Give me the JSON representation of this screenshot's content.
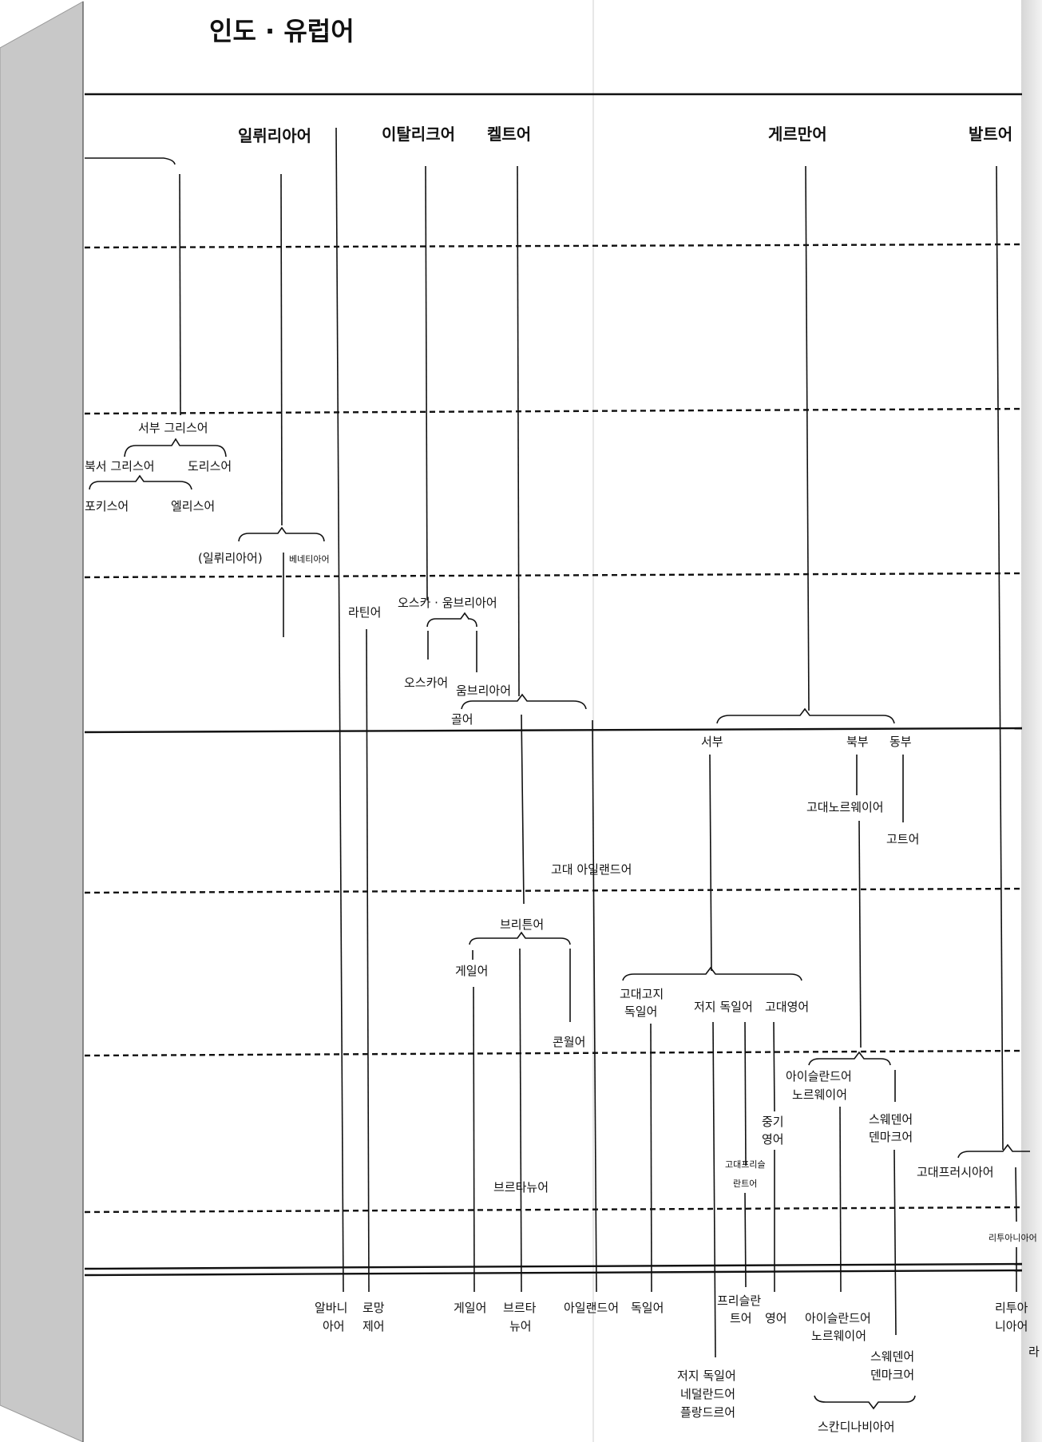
{
  "title": "인도 · 유럽어",
  "headers": {
    "illyrian": "일뤼리아어",
    "italic": "이탈리크어",
    "celtic": "켈트어",
    "germanic": "게르만어",
    "baltic": "발트어"
  },
  "greek": {
    "west_greek": "서부 그리스어",
    "northwest_greek": "북서 그리스어",
    "doric": "도리스어",
    "phocian": "포키스어",
    "elean": "엘리스어"
  },
  "illyrian_branch": {
    "illyrian_paren": "(일뤼리아어)",
    "venetic": "베네티아어"
  },
  "italic_branch": {
    "latin": "라틴어",
    "osco_umbrian": "오스카 · 움브리아어",
    "oscan": "오스카어",
    "umbrian": "움브리아어"
  },
  "celtic_branch": {
    "gaulish": "골어",
    "old_irish": "고대 아일랜드어",
    "brythonic": "브리튼어",
    "gaelic": "게일어",
    "cornish": "콘월어",
    "breton_mid": "브르타뉴어"
  },
  "germanic_branch": {
    "west": "서부",
    "north": "북부",
    "east": "동부",
    "old_norse": "고대노르웨이어",
    "gothic": "고트어",
    "ohg_1": "고대고지",
    "ohg_2": "독일어",
    "low_german": "저지 독일어",
    "old_english": "고대영어",
    "middle_english_1": "중기",
    "middle_english_2": "영어",
    "old_frisian_1": "고대프리슬",
    "old_frisian_2": "란트어",
    "icel_norw_1": "아이슬란드어",
    "icel_norw_2": "노르웨이어",
    "swe_dan_1": "스웨덴어",
    "swe_dan_2": "덴마크어"
  },
  "baltic_branch": {
    "old_prussian": "고대프러시아어",
    "lithuanian_mid": "리투아니아어"
  },
  "modern": {
    "albanian_1": "알바니",
    "albanian_2": "아어",
    "romance_1": "로망",
    "romance_2": "제어",
    "gaelic": "게일어",
    "breton_1": "브르타",
    "breton_2": "뉴어",
    "irish": "아일랜드어",
    "german": "독일어",
    "frisian_1": "프리슬란",
    "frisian_2": "트어",
    "english": "영어",
    "icel_norw_1": "아이슬란드어",
    "icel_norw_2": "노르웨이어",
    "lithuanian_1": "리투아",
    "lithuanian_2": "니아어",
    "swe_dan_1": "스웨덴어",
    "swe_dan_2": "덴마크어",
    "low_german": "저지 독일어",
    "dutch": "네덜란드어",
    "flemish": "플랑드르어",
    "scandinavian": "스칸디나비아어",
    "latvian_partial": "라"
  }
}
